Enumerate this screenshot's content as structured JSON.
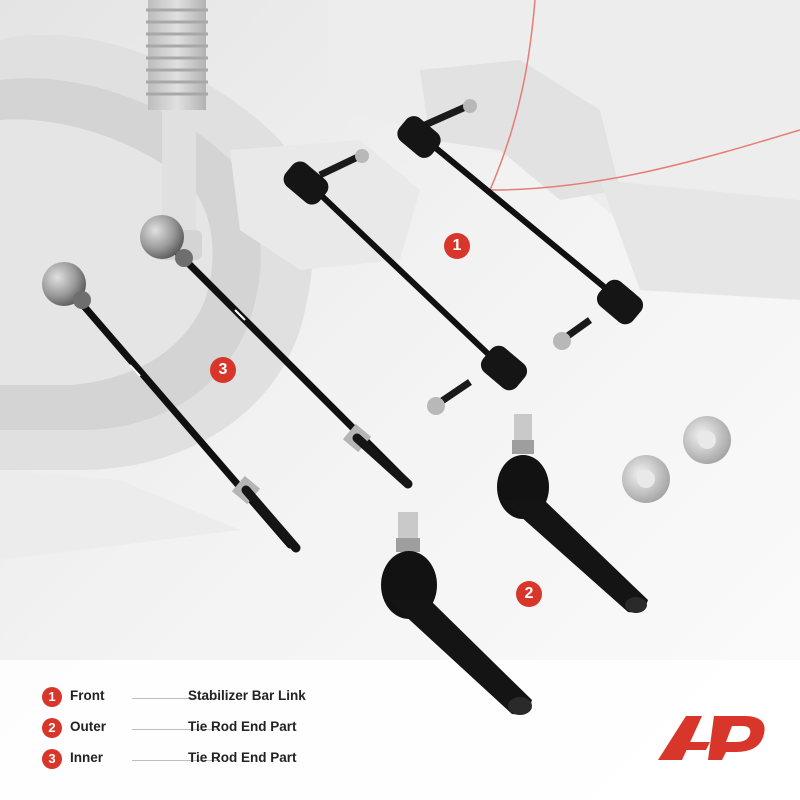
{
  "callouts": [
    {
      "number": "1",
      "label": "Front",
      "description": "Stabilizer Bar Link"
    },
    {
      "number": "2",
      "label": "Outer",
      "description": "Tie Rod End Part"
    },
    {
      "number": "3",
      "label": "Inner",
      "description": "Tie Rod End Part"
    }
  ],
  "colors": {
    "accent_red": "#d9362b",
    "part_black": "#111111",
    "background": "#f4f4f4"
  },
  "logo": {
    "name": "brand-logo-icon"
  }
}
